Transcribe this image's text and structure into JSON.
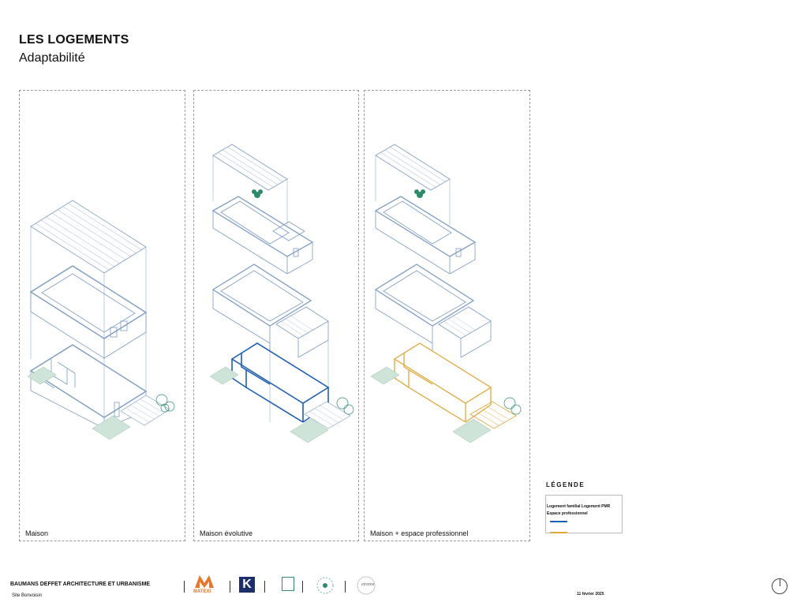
{
  "header": {
    "title": "LES LOGEMENTS",
    "subtitle": "Adaptabilité"
  },
  "panels": [
    {
      "label": "Maison",
      "highlight": "none"
    },
    {
      "label": "Maison évolutive",
      "highlight": "blue"
    },
    {
      "label": "Maison + espace professionnel",
      "highlight": "orange"
    }
  ],
  "legend": {
    "title": "LÉGENDE",
    "text": "Logement familial Logement PMR Espace professionnel",
    "items": [
      {
        "color": "#1f5fb0"
      },
      {
        "color": "#e0a73a"
      }
    ]
  },
  "colors": {
    "lineBlue": "#7d9cc4",
    "accentBlue": "#1f5fb0",
    "accentOrange": "#e0a73a",
    "green": "#2f8a6b",
    "paleGreen": "#cfe4d8"
  },
  "footer": {
    "company": "BAUMANS DEFFET ARCHITECTURE ET URBANISME",
    "site": "Site Bonvoisin",
    "date": "11 février 2025",
    "logos": [
      {
        "name": "MATEXI",
        "text": "MATEXI"
      },
      {
        "name": "K",
        "text": "K"
      },
      {
        "name": "R",
        "text": ""
      },
      {
        "name": "circular",
        "text": ""
      },
      {
        "name": "cirome",
        "text": "cirome"
      }
    ]
  }
}
